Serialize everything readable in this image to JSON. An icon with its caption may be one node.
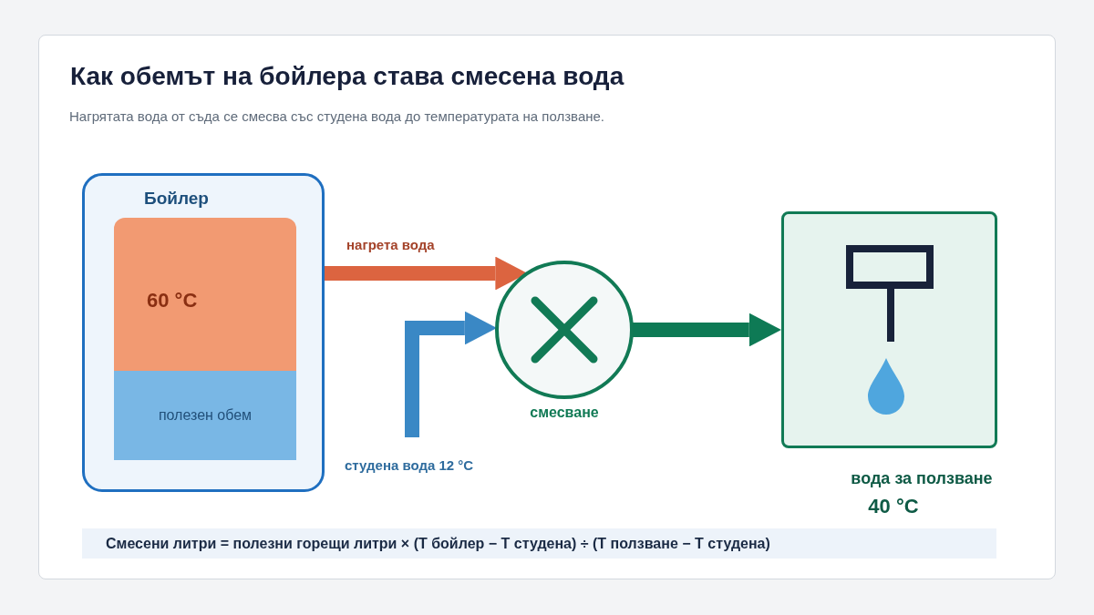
{
  "diagram": {
    "title": "Как обемът на бойлера става смесена вода",
    "nodes": [
      {
        "text": [
          "Бойлер"
        ]
      },
      {
        "text": [
          "60 °C"
        ],
        "in": 0
      },
      {
        "text": [
          "полезен обем"
        ],
        "in": 0
      },
      {
        "text": [
          "смесване"
        ]
      },
      {
        "text": [],
        "shape": "box",
        "beside": [
          "вода за ползване",
          "40 °C"
        ]
      }
    ],
    "edges": [
      {
        "from": 0,
        "to": 3,
        "arrow": "to",
        "label": "нагрета вода",
        "color": "#dc6440"
      },
      {
        "from": null,
        "to": 3,
        "arrow": "to",
        "label": "студена вода 12 °C",
        "color": "#3a88c5"
      },
      {
        "from": 3,
        "to": 4,
        "arrow": "to",
        "color": "#0e7a55"
      }
    ],
    "labels": [
      "Нагрятата вода от съда се смесва със студена вода до температурата на ползване.",
      "Смесени литри = полезни горещи литри × (T бойлер − T студена) ÷ (T ползване − T студена)"
    ]
  }
}
